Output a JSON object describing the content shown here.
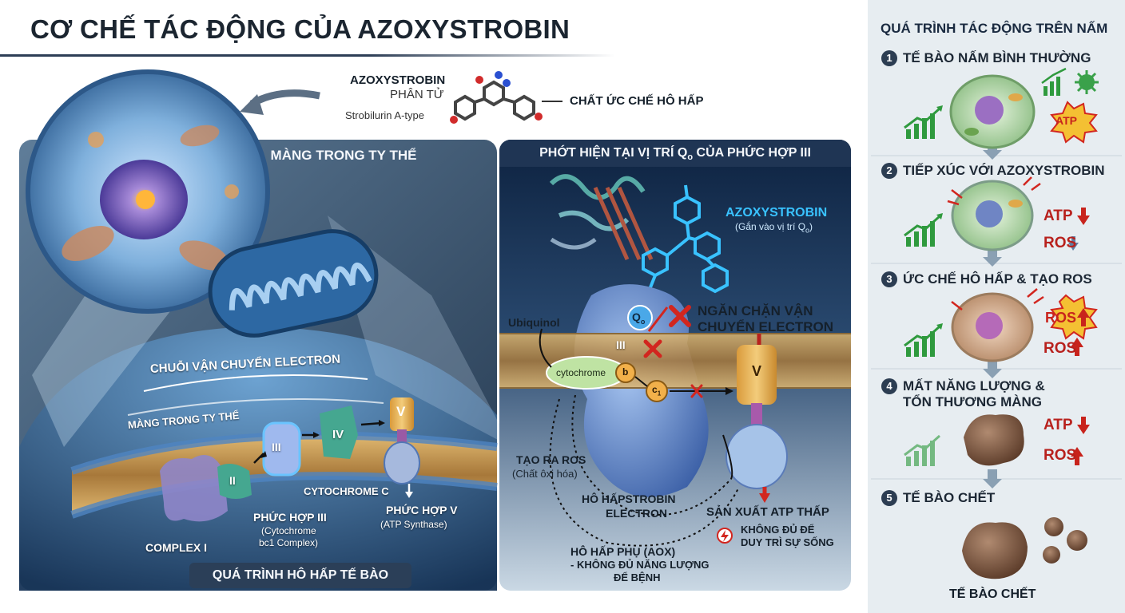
{
  "title": "CƠ CHẾ TÁC ĐỘNG CỦA AZOXYSTROBIN",
  "molecule": {
    "name": "AZOXYSTROBIN",
    "subtitle": "PHÂN TỬ",
    "type": "Strobilurin A-type",
    "role": "CHẤT ỨC CHẾ HÔ HẤP"
  },
  "left_panel": {
    "banner": "MÀNG TRONG TY THỂ",
    "etc_label": "CHUỖI VẬN CHUYỂN ELECTRON",
    "membrane_label": "MÀNG TRONG TY THỂ",
    "complex_1": "COMPLEX I",
    "complex_2": "II",
    "complex_3_roman": "III",
    "complex_3_title": "PHỨC HỢP III",
    "complex_3_sub1": "(Cytochrome",
    "complex_3_sub2": "bc1 Complex)",
    "complex_4": "IV",
    "cytochrome_c": "CYTOCHROME C",
    "complex_5_roman": "V",
    "complex_5_title": "PHỨC HỢP V",
    "complex_5_sub": "(ATP Synthase)",
    "bottom_banner": "QUÁ TRÌNH HÔ HẤP TẾ BÀO"
  },
  "center_panel": {
    "banner_pre": "PHỚT HIỆN TẠI VỊ TRÍ Q",
    "banner_sub": "o",
    "banner_post": " CỦA PHỨC HỢP III",
    "azoxy_label": "AZOXYSTROBIN",
    "azoxy_sub_pre": "(Gắn vào vị trí Q",
    "azoxy_sub_sub": "o",
    "azoxy_sub_post": ")",
    "qo_main": "Q",
    "qo_sub": "o",
    "block_line1": "NGĂN CHẶN VẬN",
    "block_line2": "CHUYỂN ELECTRON",
    "ubiquinol": "Ubiquinol",
    "complex_3": "III",
    "cytochrome": "cytochrome",
    "b_node": "b",
    "c1_main": "c",
    "c1_sub": "1",
    "complex_5": "V",
    "ros_line1": "TẠO RA ROS",
    "ros_line2": "(Chất ôxi hóa)",
    "hh_line1": "HÔ HẤPSTROBIN",
    "hh_line2": "ELECTRON",
    "atp_low": "SẢN XUẤT ATP THẤP",
    "atp_low_sub1": "KHÔNG ĐỦ ĐỂ",
    "atp_low_sub2": "DUY TRÌ SỰ SỐNG",
    "aox_line1": "HÔ HẤP PHỤ (AOX)",
    "aox_line2": "- KHÔNG ĐỦ NĂNG LƯỢNG",
    "aox_line3": "ĐỂ BỆNH"
  },
  "right_panel": {
    "title": "QUÁ TRÌNH TÁC ĐỘNG TRÊN NẤM",
    "steps": [
      {
        "num": "1",
        "title": "TẾ BÀO NẤM BÌNH THƯỜNG",
        "badge": "ATP"
      },
      {
        "num": "2",
        "title": "TIẾP XÚC VỚI AZOXYSTROBIN",
        "ind1": "ATP",
        "ind2": "ROS"
      },
      {
        "num": "3",
        "title": "ỨC CHẾ HÔ HẤP & TẠO ROS",
        "ind1": "ROS",
        "ind2": "ROS"
      },
      {
        "num": "4",
        "title_line1": "MẤT NĂNG LƯỢNG &",
        "title_line2": "TỔN THƯƠNG MÀNG",
        "ind1": "ATP",
        "ind2": "ROS"
      },
      {
        "num": "5",
        "title": "TẾ BÀO CHẾT",
        "caption": "TẾ BÀO CHẾT"
      }
    ]
  },
  "colors": {
    "navy": "#2c3d52",
    "red": "#c8231c",
    "green": "#2f9a3e",
    "blue_glow": "#39c2ff",
    "membrane": "#c9a05a",
    "panel_bg": "#e7edf1"
  },
  "icons": [
    "arrow-icon",
    "growth-chart-icon",
    "virus-icon",
    "atp-burst-icon",
    "cross-icon",
    "lightning-icon",
    "down-arrow-icon",
    "up-arrow-icon"
  ]
}
